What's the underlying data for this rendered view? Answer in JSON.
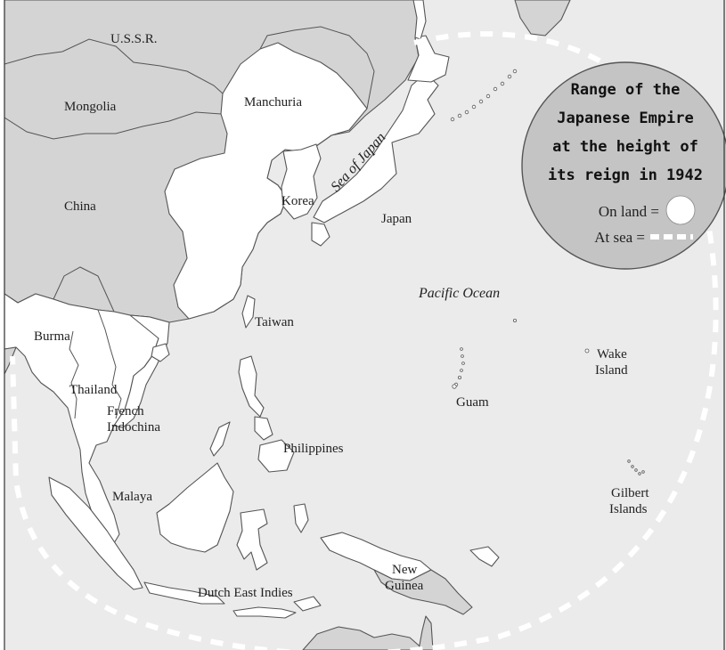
{
  "colors": {
    "sea": "#ebebeb",
    "land_outside_empire": "#d4d4d4",
    "land_inside_empire": "#ffffff",
    "legend_fill": "#c4c4c4",
    "outline": "#555555"
  },
  "map": {
    "sea_labels": {
      "sea_of_japan": "Sea of Japan",
      "pacific_ocean": "Pacific Ocean"
    },
    "place_labels": {
      "ussr": "U.S.S.R.",
      "mongolia": "Mongolia",
      "manchuria": "Manchuria",
      "china": "China",
      "korea": "Korea",
      "japan": "Japan",
      "taiwan": "Taiwan",
      "burma": "Burma",
      "thailand": "Thailand",
      "french_indochina_1": "French",
      "french_indochina_2": "Indochina",
      "philippines": "Philippines",
      "malaya": "Malaya",
      "guam": "Guam",
      "wake_1": "Wake",
      "wake_2": "Island",
      "gilbert_1": "Gilbert",
      "gilbert_2": "Islands",
      "new_guinea_1": "New",
      "new_guinea_2": "Guinea",
      "dutch_east_indies": "Dutch East Indies"
    }
  },
  "legend": {
    "title_lines": [
      "Range of the",
      "Japanese Empire",
      "at the height of",
      "its reign in 1942"
    ],
    "on_land_label": "On land =",
    "at_sea_label": "At sea ="
  }
}
